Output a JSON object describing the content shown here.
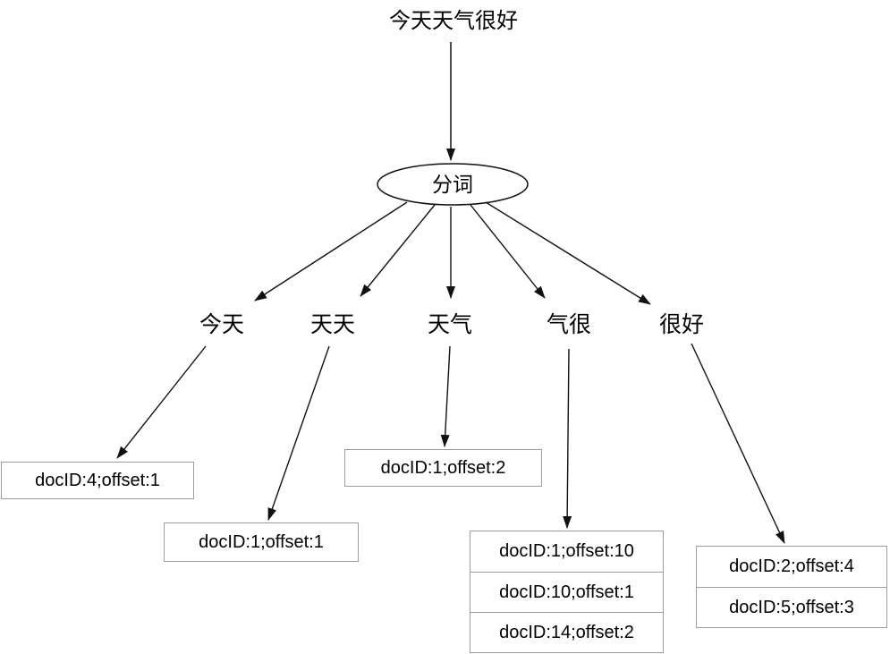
{
  "title": "今天天气很好",
  "segmenter": {
    "label": "分词"
  },
  "tokens": [
    {
      "label": "今天"
    },
    {
      "label": "天天"
    },
    {
      "label": "天气"
    },
    {
      "label": "气很"
    },
    {
      "label": "很好"
    }
  ],
  "postings": [
    {
      "rows": [
        "docID:4;offset:1"
      ]
    },
    {
      "rows": [
        "docID:1;offset:1"
      ]
    },
    {
      "rows": [
        "docID:1;offset:2"
      ]
    },
    {
      "rows": [
        "docID:1;offset:10",
        "docID:10;offset:1",
        "docID:14;offset:2"
      ]
    },
    {
      "rows": [
        "docID:2;offset:4",
        "docID:5;offset:3"
      ]
    }
  ],
  "colors": {
    "line": "#111111",
    "box_border": "#9c9c9c",
    "text": "#000000",
    "background": "#ffffff"
  }
}
